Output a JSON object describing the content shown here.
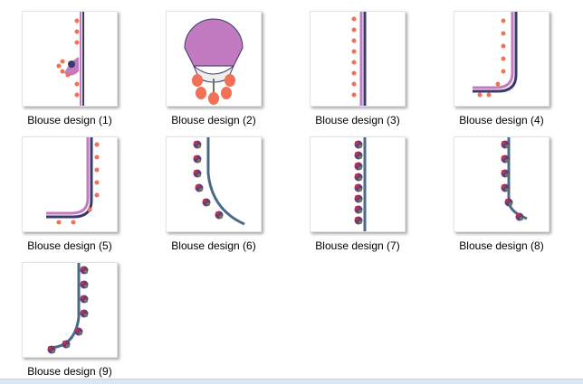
{
  "files": [
    {
      "name": "Blouse design (1)",
      "thumb": "neckline-pink-scallop"
    },
    {
      "name": "Blouse design (2)",
      "thumb": "lotus-motif"
    },
    {
      "name": "Blouse design (3)",
      "thumb": "straight-border-pink"
    },
    {
      "name": "Blouse design (4)",
      "thumb": "curved-neck-pink"
    },
    {
      "name": "Blouse design (5)",
      "thumb": "curved-neck-pink-2"
    },
    {
      "name": "Blouse design (6)",
      "thumb": "curved-neck-grape"
    },
    {
      "name": "Blouse design (7)",
      "thumb": "straight-border-grape"
    },
    {
      "name": "Blouse design (8)",
      "thumb": "curved-neck-grape-2"
    },
    {
      "name": "Blouse design (9)",
      "thumb": "curved-neck-grape-3"
    }
  ],
  "colors": {
    "pink": "#c27bc0",
    "coral": "#f07058",
    "navy": "#3a3a6a",
    "steel": "#4a6a8a",
    "grape": "#6a3a7a",
    "red": "#c0304a",
    "green": "#6a7a5a"
  }
}
